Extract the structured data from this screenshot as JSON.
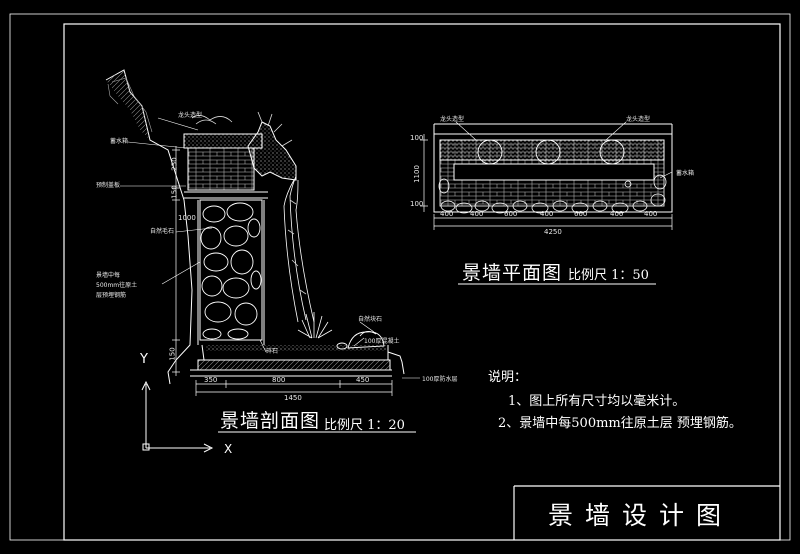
{
  "section_view": {
    "title": "景墙剖面图",
    "scale": "比例尺 1：20",
    "callouts": [
      "龙头造型",
      "蓄水箱",
      "预制盖板",
      "自然毛石",
      "景墙中每",
      "500mm往原土",
      "层预埋钢筋",
      "自然块石",
      "碎石",
      "100厚混凝土",
      "100厚防水层"
    ],
    "dims_vertical": [
      "250",
      "150",
      "1000",
      "150"
    ],
    "dims_horizontal": [
      "350",
      "800",
      "450",
      "1450"
    ],
    "axis_y": "Y",
    "axis_x": "X"
  },
  "plan_view": {
    "title": "景墙平面图",
    "scale": "比例尺 1：50",
    "callouts": [
      "龙头造型",
      "龙头造型",
      "蓄水箱"
    ],
    "dims_left": [
      "100",
      "1100",
      "100"
    ],
    "dims_bottom": [
      "400",
      "400",
      "600",
      "400",
      "600",
      "400",
      "400"
    ],
    "dim_total": "4250"
  },
  "notes": {
    "heading": "说明：",
    "items": [
      "1、图上所有尺寸均以毫米计。",
      "2、景墙中每500mm往原土层 预埋钢筋。"
    ]
  },
  "title_block": {
    "title": "景墙设计图"
  },
  "colors": {
    "background": "#000000",
    "lines": "#ffffff"
  }
}
